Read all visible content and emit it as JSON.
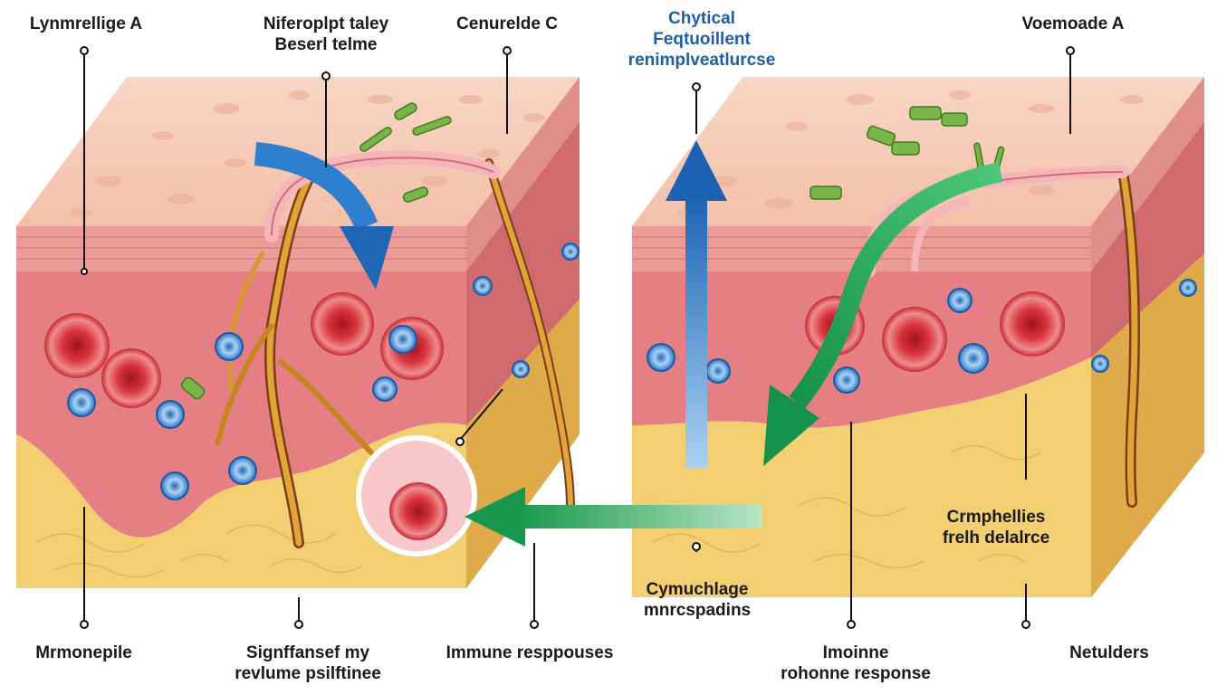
{
  "labels": {
    "top_left": "Lynmrellige A",
    "top_mid": [
      "Niferoplpt taley",
      "Beserl telme"
    ],
    "top_c": "Cenurelde C",
    "top_blue": [
      "Chytical",
      "Feqtuoillent",
      "renimplveatlurcse"
    ],
    "top_right": "Voemoade A",
    "bottom_1": "Mrmonepile",
    "bottom_2": [
      "Signffansef my",
      "revlume psilftinee"
    ],
    "bottom_3": "Immune resppouses",
    "mid_center": [
      "Cymuchlage",
      "mnrcspadins"
    ],
    "bottom_4": [
      "Imoinne",
      "rohonne response"
    ],
    "mid_right": [
      "Crmphellies",
      "frelh delalrce"
    ],
    "bottom_right": "Netulders"
  },
  "colors": {
    "epidermis_top": "#f5c9b5",
    "dermis": "#e27d80",
    "dermis_side": "#c95c62",
    "fat": "#f2cf71",
    "fat_side": "#dba948",
    "nerve": "#d99a27",
    "blood_cell": "#d42a34",
    "immune_cell": "#3b86d4",
    "bacteria": "#7ab548",
    "arrow_blue": "#2e7fce",
    "arrow_green": "#1fa357"
  }
}
